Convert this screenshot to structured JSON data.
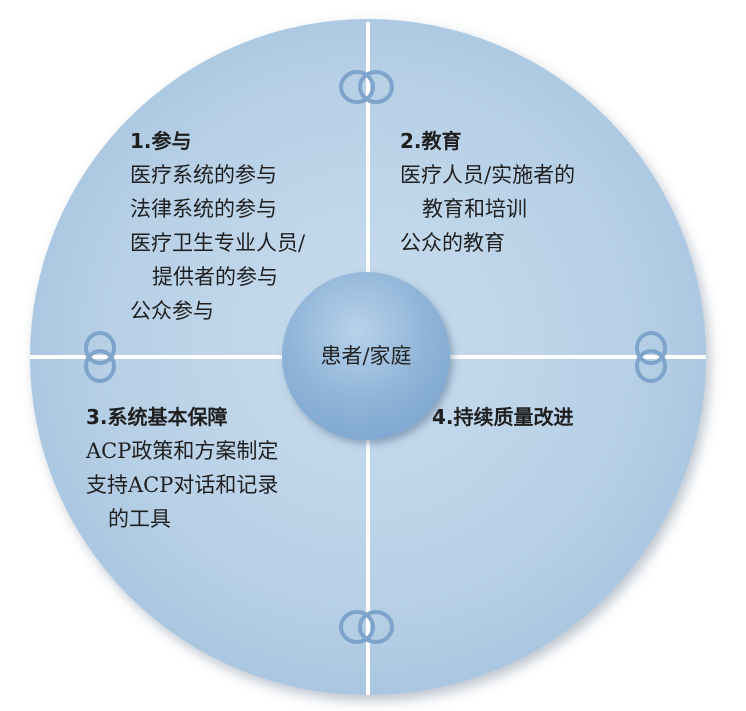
{
  "center": {
    "label": "患者/家庭"
  },
  "quadrants": {
    "top_left": {
      "title": "1.参与",
      "items": [
        "医疗系统的参与",
        "法律系统的参与",
        "医疗卫生专业人员/",
        "提供者的参与",
        "公众参与"
      ]
    },
    "top_right": {
      "title": "2.教育",
      "items": [
        "医疗人员/实施者的",
        "教育和培训",
        "公众的教育"
      ]
    },
    "bottom_left": {
      "title": "3.系统基本保障",
      "items": [
        "ACP政策和方案制定",
        "支持ACP对话和记录",
        "的工具"
      ]
    },
    "bottom_right": {
      "title": "4.持续质量改进",
      "items": []
    }
  },
  "colors": {
    "circle_fill": "#b7d0e6",
    "circle_edge": "#9fbcd8",
    "divider": "#ffffff",
    "center_fill": "#8fb4d8",
    "link_ring": "#7fa4cc"
  },
  "icons": {
    "connector": "double-ring-icon"
  }
}
